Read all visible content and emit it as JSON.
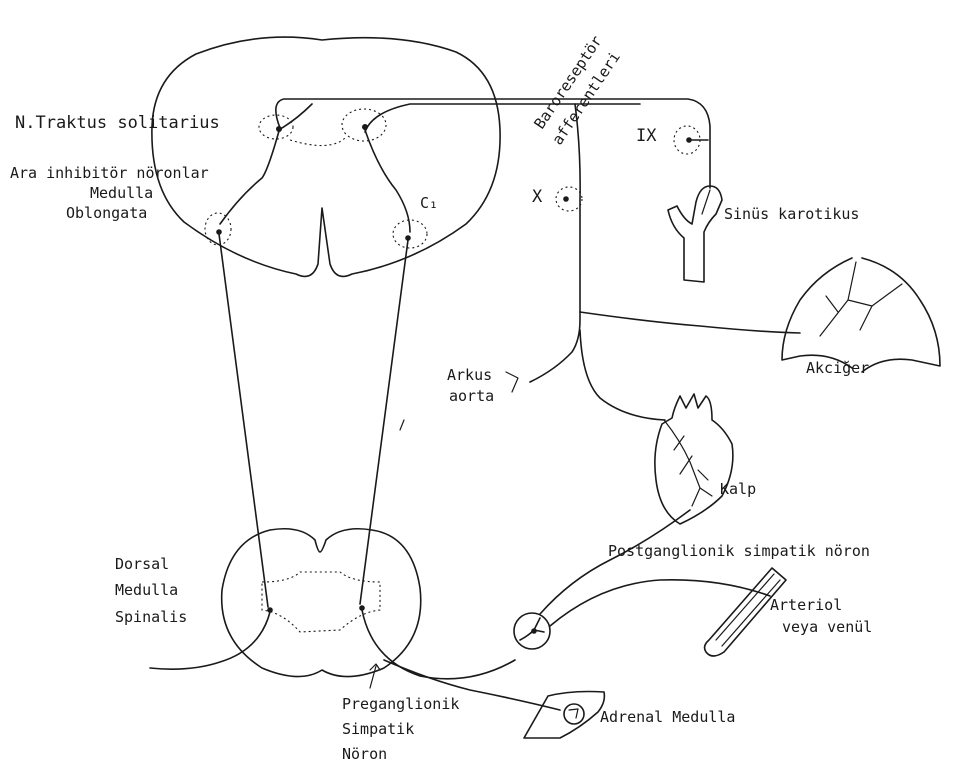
{
  "labels": {
    "nts": "N.Traktus solitarius",
    "inhib": "Ara inhibitör nöronlar",
    "medulla1": "Medulla",
    "medulla2": "Oblongata",
    "c1": "C₁",
    "baro1": "Baroreseptör",
    "baro2": "afferentleri",
    "ix": "IX",
    "x": "X",
    "sinus": "Sinüs karotikus",
    "akciger": "Akciğer",
    "arkus1": "Arkus",
    "arkus2": "aorta",
    "kalp": "Kalp",
    "dorsal1": "Dorsal",
    "dorsal2": "Medulla",
    "dorsal3": "Spinalis",
    "postgang": "Postganglionik simpatik nöron",
    "arteriol1": "Arteriol",
    "arteriol2": "veya venül",
    "pregang1": "Preganglionik",
    "pregang2": "Simpatik",
    "pregang3": "Nöron",
    "adrenal": "Adrenal Medulla"
  }
}
